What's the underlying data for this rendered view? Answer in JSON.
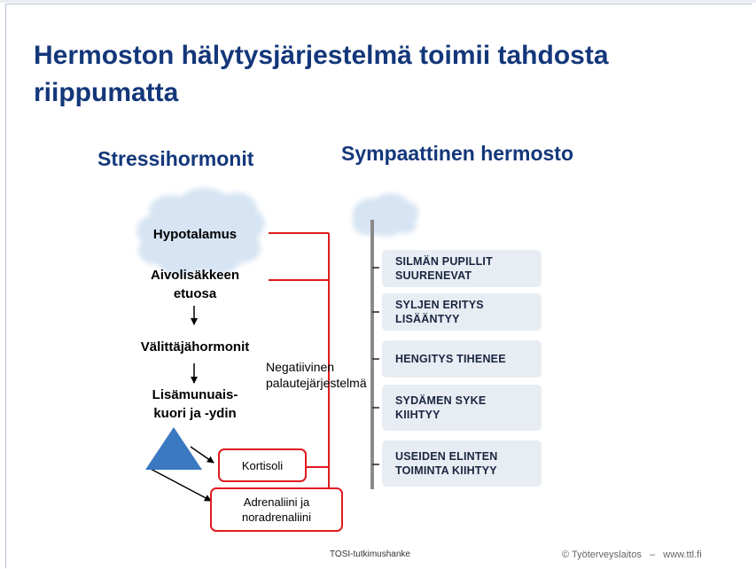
{
  "title": "Hermoston hälytysjärjestelmä toimii tahdosta riippumatta",
  "left_heading": "Stressihormonit",
  "right_heading": "Sympaattinen hermosto",
  "hormone_chain": {
    "hypothalamus": "Hypotalamus",
    "pituitary_line1": "Aivolisäkkeen",
    "pituitary_line2": "etuosa",
    "mediators": "Välittäjähormonit",
    "adrenal_line1": "Lisämunuais-",
    "adrenal_line2": "kuori ja -ydin",
    "cortisol": "Kortisoli",
    "adrenaline_line1": "Adrenaliini ja",
    "adrenaline_line2": "noradrenaliini"
  },
  "feedback_label_line1": "Negatiivinen",
  "feedback_label_line2": "palautejärjestelmä",
  "effects": [
    {
      "line1": "SILMÄN PUPILLIT",
      "line2": "SUURENEVAT"
    },
    {
      "line1": "SYLJEN ERITYS",
      "line2": "LISÄÄNTYY"
    },
    {
      "line1": "HENGITYS TIHENEE",
      "line2": ""
    },
    {
      "line1": "SYDÄMEN SYKE",
      "line2": "KIIHTYY"
    },
    {
      "line1": "USEIDEN ELINTEN",
      "line2": "TOIMINTA KIIHTYY"
    }
  ],
  "footer": {
    "project": "TOSI-tutkimushanke",
    "copyright": "© Työterveyslaitos   –   www.ttl.fi"
  },
  "colors": {
    "title": "#13377a",
    "feedback_line": "#e01a1f",
    "effect_box": "#e7edf3",
    "brain_fill": "#dfe9f5",
    "triangle": "#3a78c2"
  }
}
